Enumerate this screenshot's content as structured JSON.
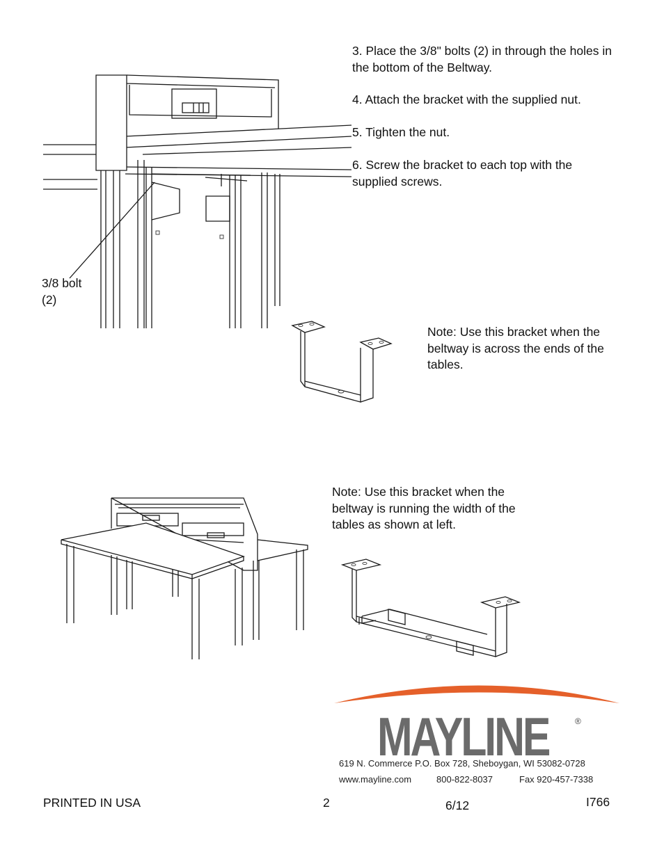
{
  "instructions": {
    "step3": "3.  Place the 3/8\" bolts (2) in through the holes in the bottom of the Beltway.",
    "step4": "4.  Attach the bracket with the supplied nut.",
    "step5": "5.  Tighten the nut.",
    "step6": "6.  Screw the bracket to each top with the supplied screws."
  },
  "callout": {
    "line1": "3/8 bolt",
    "line2": "(2)"
  },
  "notes": {
    "ends": "Note:  Use this bracket when the beltway is across the ends of the tables.",
    "width": "Note:  Use this bracket when the beltway is running the width of the tables as shown at left."
  },
  "brand": {
    "name": "MAYLINE",
    "registered": "®",
    "swoosh_color": "#e5602a",
    "logo_color": "#6b6b6b",
    "address": "619 N. Commerce P.O. Box 728, Sheboygan, WI 53082-0728",
    "website": "www.mayline.com",
    "phone": "800-822-8037",
    "fax": "Fax 920-457-7338"
  },
  "footer": {
    "printed": "PRINTED IN USA",
    "page": "2",
    "date": "6/12",
    "doc_id": "I766"
  }
}
